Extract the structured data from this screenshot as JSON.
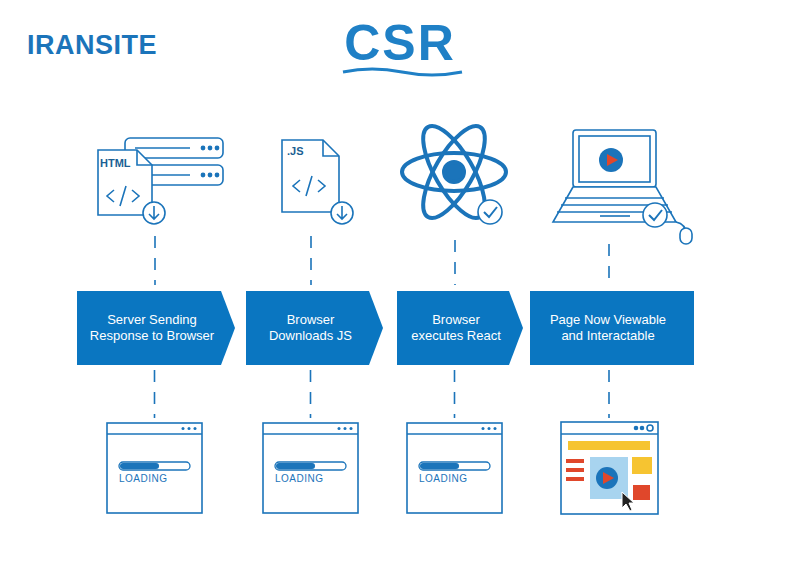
{
  "diagram": {
    "title": "CSR",
    "nodes": [
      {
        "text": [
          "Server Sending Response to Browser"
        ]
      },
      {
        "text": [
          "Browser Downloads JS"
        ]
      },
      {
        "text": [
          "Browser executes React"
        ]
      },
      {
        "text": [
          "Page Now Viewable and Interactable"
        ]
      },
      {
        "text": [
          "LOADING"
        ]
      },
      {
        "text": [
          "LOADING"
        ]
      },
      {
        "text": [
          "LOADING"
        ]
      }
    ],
    "edges": [
      {
        "from": 0,
        "to": 4,
        "arrow": "none"
      },
      {
        "from": 1,
        "to": 5,
        "arrow": "none"
      },
      {
        "from": 2,
        "to": 6,
        "arrow": "none"
      }
    ],
    "labels": [
      "IRANSITE",
      "HTML",
      ".JS"
    ]
  }
}
